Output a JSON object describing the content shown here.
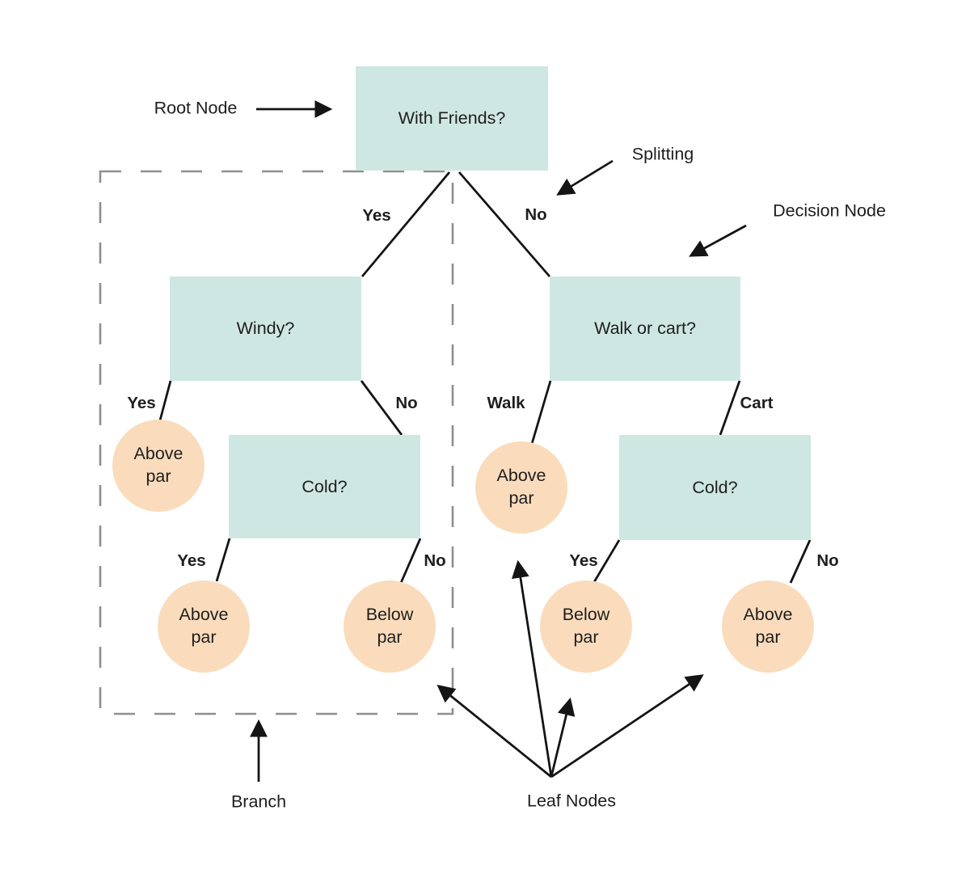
{
  "diagram": {
    "nodes": {
      "root": {
        "label": "With Friends?"
      },
      "windy": {
        "label": "Windy?"
      },
      "walk_or_cart": {
        "label": "Walk or cart?"
      },
      "cold_left": {
        "label": "Cold?"
      },
      "cold_right": {
        "label": "Cold?"
      }
    },
    "leaves": {
      "windy_yes": {
        "label": "Above par"
      },
      "cold_left_yes": {
        "label": "Above par"
      },
      "cold_left_no": {
        "label": "Below par"
      },
      "walk": {
        "label": "Above par"
      },
      "cold_right_yes": {
        "label": "Below par"
      },
      "cold_right_no": {
        "label": "Above par"
      }
    },
    "edge_labels": {
      "root_yes": "Yes",
      "root_no": "No",
      "windy_yes": "Yes",
      "windy_no": "No",
      "walk": "Walk",
      "cart": "Cart",
      "cold_left_yes": "Yes",
      "cold_left_no": "No",
      "cold_right_yes": "Yes",
      "cold_right_no": "No"
    },
    "annotations": {
      "root_node": "Root Node",
      "splitting": "Splitting",
      "decision_node": "Decision Node",
      "branch": "Branch",
      "leaf_nodes": "Leaf Nodes"
    },
    "colors": {
      "decision_node_fill": "#cfe7e2",
      "leaf_node_fill": "#fadcbc",
      "connector": "#141414",
      "branch_outline": "#8f8f8f",
      "text": "#1e1e1e",
      "background": "#ffffff"
    }
  }
}
